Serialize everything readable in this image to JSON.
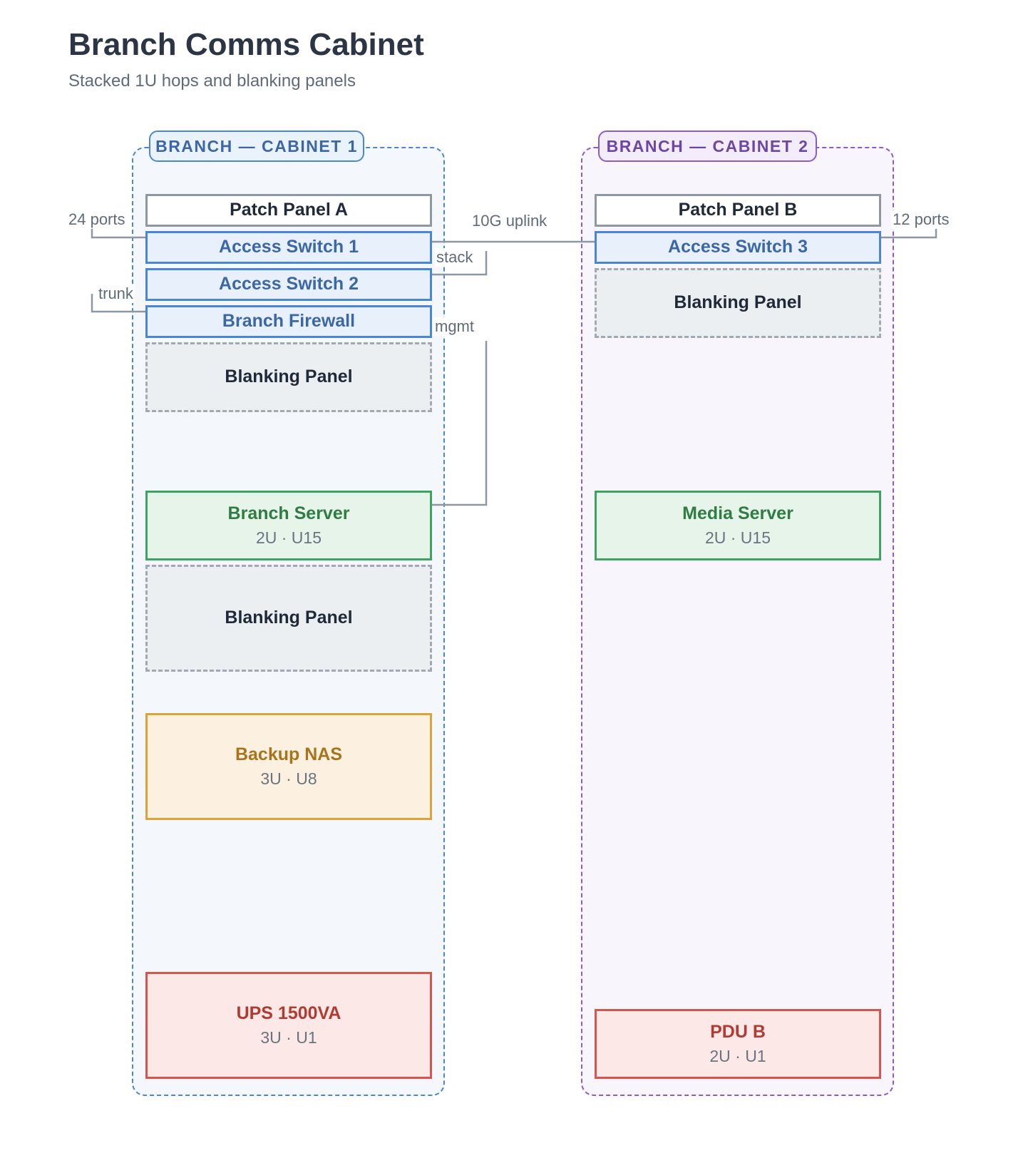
{
  "header": {
    "title": "Branch Comms Cabinet",
    "subtitle": "Stacked 1U hops and blanking panels"
  },
  "cabinets": [
    {
      "label": "BRANCH — CABINET 1",
      "devices": [
        {
          "name": "Patch Panel A",
          "detail": ""
        },
        {
          "name": "Access Switch 1",
          "detail": ""
        },
        {
          "name": "Access Switch 2",
          "detail": ""
        },
        {
          "name": "Branch Firewall",
          "detail": ""
        },
        {
          "name": "Blanking Panel",
          "detail": ""
        },
        {
          "name": "Branch Server",
          "detail": "2U · U15"
        },
        {
          "name": "Blanking Panel",
          "detail": ""
        },
        {
          "name": "Backup NAS",
          "detail": "3U · U8"
        },
        {
          "name": "UPS 1500VA",
          "detail": "3U · U1"
        }
      ]
    },
    {
      "label": "BRANCH — CABINET 2",
      "devices": [
        {
          "name": "Patch Panel B",
          "detail": ""
        },
        {
          "name": "Access Switch 3",
          "detail": ""
        },
        {
          "name": "Blanking Panel",
          "detail": ""
        },
        {
          "name": "Media Server",
          "detail": "2U · U15"
        },
        {
          "name": "PDU B",
          "detail": "2U · U1"
        }
      ]
    }
  ],
  "links": {
    "ports_a": "24 ports",
    "trunk": "trunk",
    "uplink": "10G uplink",
    "stack": "stack",
    "mgmt": "mgmt",
    "ports_b": "12 ports"
  },
  "colors": {
    "cabinet_1": "#4a86d4",
    "cabinet_2": "#8a5cc8",
    "patch": "#8e97a4",
    "network": "#4a86d4",
    "blank": "#a2a9b3",
    "server": "#3da262",
    "storage": "#dca33b",
    "power": "#d6564f",
    "link": "#8e97a4"
  }
}
